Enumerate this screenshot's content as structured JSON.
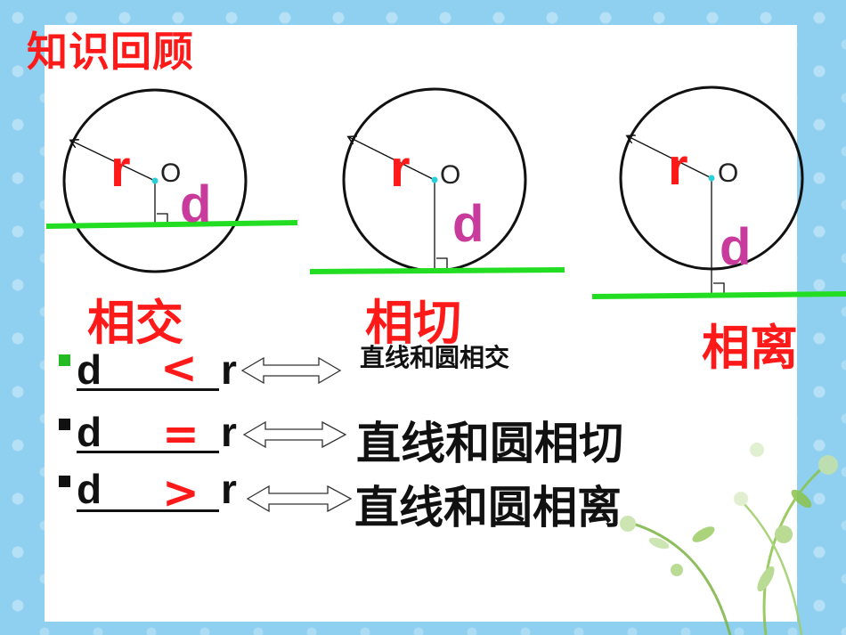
{
  "title": "知识回顾",
  "diagrams": [
    {
      "r_label": "r",
      "o_label": "O",
      "d_label": "d",
      "relation": "相交"
    },
    {
      "r_label": "r",
      "o_label": "O",
      "d_label": "d",
      "relation": "相切"
    },
    {
      "r_label": "r",
      "o_label": "O",
      "d_label": "d",
      "relation": "相离"
    }
  ],
  "rows": [
    {
      "left": "d",
      "symbol": "<",
      "right": "r",
      "result": "直线和圆相交",
      "bullet_color": "#22bb22"
    },
    {
      "left": "d",
      "symbol": "=",
      "right": "r",
      "result": "直线和圆相切",
      "bullet_color": "#111111"
    },
    {
      "left": "d",
      "symbol": ">",
      "right": "r",
      "result": "直线和圆相离",
      "bullet_color": "#111111"
    }
  ],
  "colors": {
    "title": "#ff1a1a",
    "radius_label": "#ff1a1a",
    "distance_label": "#c83a9c",
    "line": "#22dd22",
    "background": "#8fd0f0"
  }
}
